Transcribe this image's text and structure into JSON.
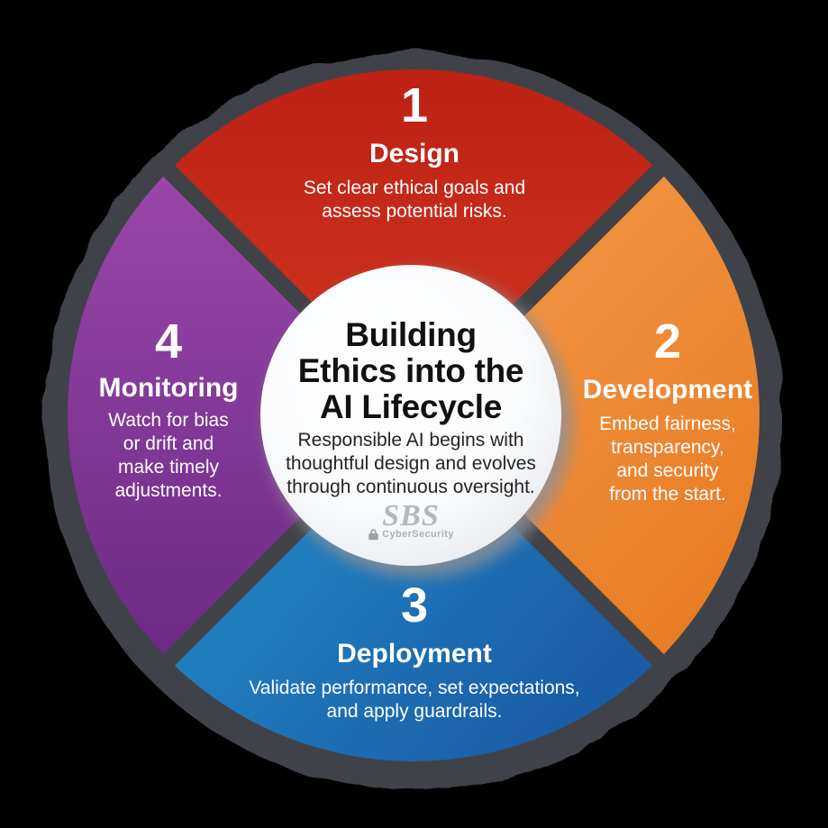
{
  "background_color": "#000000",
  "wheel": {
    "ring_color": "#414348",
    "separator_color": "#414348",
    "text_color": "#ffffff",
    "center_circle": {
      "fill_center": "#ffffff",
      "fill_edge": "#e4e7ec",
      "shadow_color": "#8e9196",
      "title_lines": [
        "Building",
        "Ethics into the",
        "AI Lifecycle"
      ],
      "subtitle_lines": [
        "Responsible AI begins with",
        "thoughtful design and evolves",
        "through continuous oversight."
      ],
      "logo": {
        "name": "SBS",
        "tagline": "CyberSecurity",
        "color": "#b6b7bb"
      }
    },
    "quadrants": [
      {
        "number": "1",
        "label": "Design",
        "description_lines": [
          "Set clear ethical goals and",
          "assess potential risks."
        ],
        "color_start": "#bd2114",
        "color_end": "#d03522"
      },
      {
        "number": "2",
        "label": "Development",
        "description_lines": [
          "Embed fairness,",
          "transparency,",
          "and security",
          "from the start."
        ],
        "color_start": "#f4984a",
        "color_end": "#e87a20"
      },
      {
        "number": "3",
        "label": "Deployment",
        "description_lines": [
          "Validate performance, set expectations,",
          "and apply guardrails."
        ],
        "color_start": "#2490cb",
        "color_end": "#1a5ca6"
      },
      {
        "number": "4",
        "label": "Monitoring",
        "description_lines": [
          "Watch for bias",
          "or drift and",
          "make timely",
          "adjustments."
        ],
        "color_start": "#9a47aa",
        "color_end": "#6c2a84"
      }
    ]
  }
}
